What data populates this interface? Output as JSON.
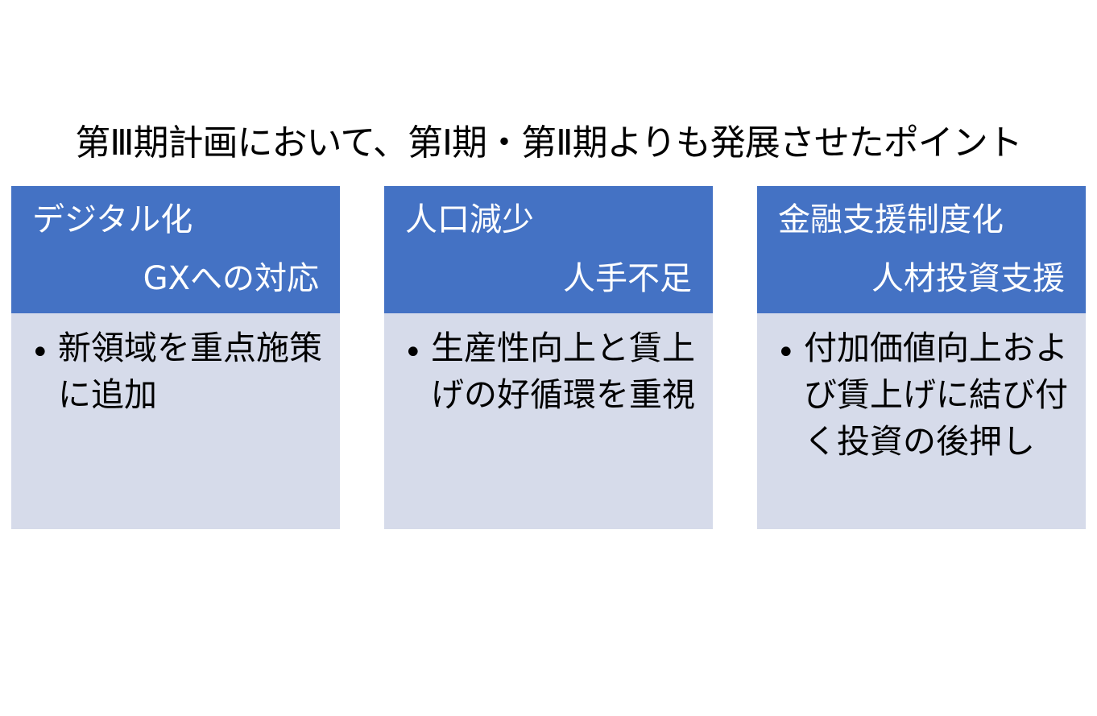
{
  "title": "第Ⅲ期計画において、第Ⅰ期・第Ⅱ期よりも発展させたポイント",
  "colors": {
    "header_bg": "#4472c4",
    "body_bg": "#d6dbea",
    "header_text": "#ffffff",
    "body_text": "#000000"
  },
  "cards": [
    {
      "heading_1": "デジタル化",
      "heading_2": "GXへの対応",
      "bullet": "•",
      "body": "新領域を重点施策に追加"
    },
    {
      "heading_1": "人口減少",
      "heading_2": "人手不足",
      "bullet": "•",
      "body": "生産性向上と賃上げの好循環を重視"
    },
    {
      "heading_1": "金融支援制度化",
      "heading_2": "人材投資支援",
      "bullet": "•",
      "body": "付加価値向上および賃上げに結び付く投資の後押し"
    }
  ]
}
